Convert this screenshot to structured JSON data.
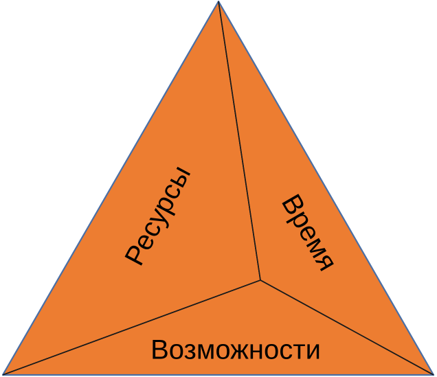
{
  "diagram": {
    "labels": {
      "left_face": "Ресурсы",
      "right_face": "Время",
      "bottom_face": "Возможности"
    },
    "colors": {
      "fill": "#ed7d31",
      "outline": "#4a6fa5",
      "edges": "#1a1a1a",
      "text": "#000000"
    }
  }
}
